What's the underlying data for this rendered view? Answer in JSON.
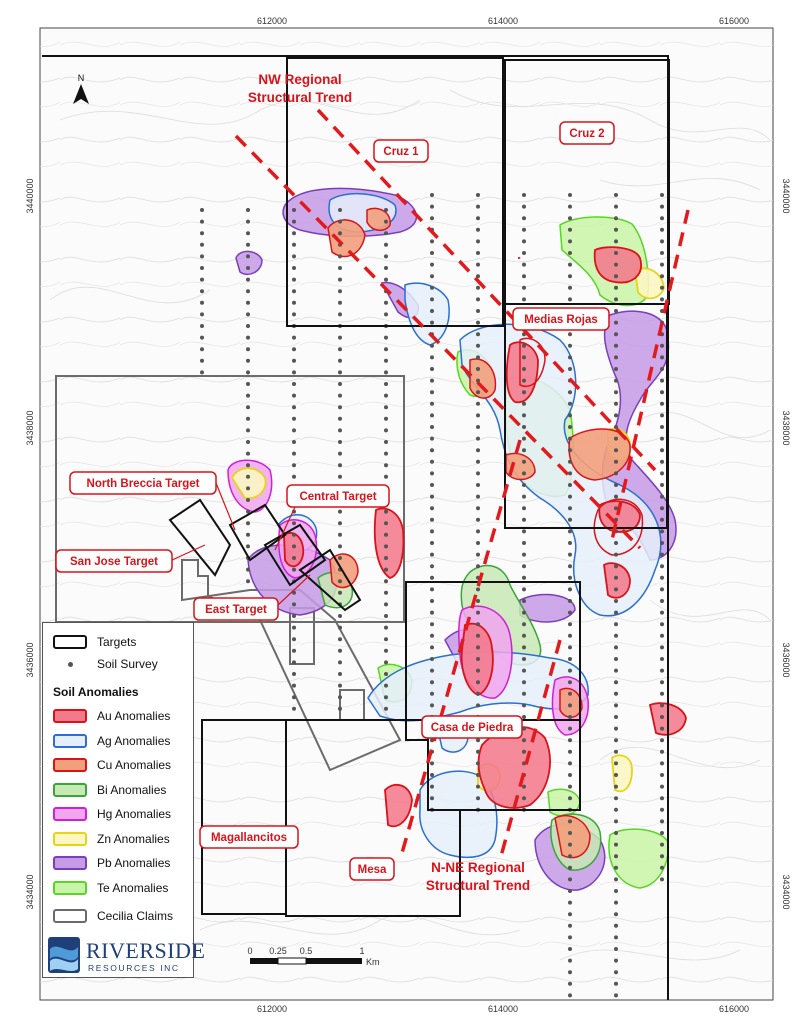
{
  "coordinates": {
    "top_eastings": [
      "612000",
      "614000",
      "616000"
    ],
    "bottom_eastings": [
      "612000",
      "614000",
      "616000"
    ],
    "left_northings": [
      "3440000",
      "3438000",
      "3436000",
      "3434000"
    ],
    "right_northings": [
      "3440000",
      "3438000",
      "3436000",
      "3434000"
    ]
  },
  "north_arrow": "N",
  "trend_labels": {
    "nw_line1": "NW Regional",
    "nw_line2": "Structural Trend",
    "nne_line1": "N-NE Regional",
    "nne_line2": "Structural Trend"
  },
  "targets": {
    "cruz1": "Cruz 1",
    "cruz2": "Cruz 2",
    "medias_rojas": "Medias Rojas",
    "north_breccia": "North Breccia Target",
    "central": "Central Target",
    "san_jose": "San Jose Target",
    "east": "East Target",
    "casa_de_piedra": "Casa de Piedra",
    "magallancitos": "Magallancitos",
    "mesa": "Mesa"
  },
  "legend": {
    "targets": "Targets",
    "soil_survey": "Soil Survey",
    "soil_anomalies_header": "Soil Anomalies",
    "items": [
      {
        "label": "Au Anomalies",
        "stroke": "#d8141b",
        "fill": "#f37a8c"
      },
      {
        "label": "Ag Anomalies",
        "stroke": "#2a6fd1",
        "fill": "#e5eefa"
      },
      {
        "label": "Cu Anomalies",
        "stroke": "#d8141b",
        "fill": "#f2a07c"
      },
      {
        "label": "Bi Anomalies",
        "stroke": "#3aa53a",
        "fill": "#c8e8b4"
      },
      {
        "label": "Hg Anomalies",
        "stroke": "#d11fd6",
        "fill": "#f1a6ee"
      },
      {
        "label": "Zn Anomalies",
        "stroke": "#e6d41a",
        "fill": "#fbf6c2"
      },
      {
        "label": "Pb Anomalies",
        "stroke": "#7a3fb8",
        "fill": "#c59ae6"
      },
      {
        "label": "Te Anomalies",
        "stroke": "#59d626",
        "fill": "#c9f3a6"
      }
    ],
    "cecilia_claims": "Cecilia Claims"
  },
  "scale_bar": {
    "ticks": [
      "0",
      "0.25",
      "0.5",
      "1"
    ],
    "unit": "Km"
  },
  "logo": {
    "name": "RIVERSIDE",
    "sub": "RESOURCES INC"
  },
  "colors": {
    "target_red": "#d8141b",
    "target_outline": "#111111",
    "claims_grey": "#6b6b6b"
  }
}
